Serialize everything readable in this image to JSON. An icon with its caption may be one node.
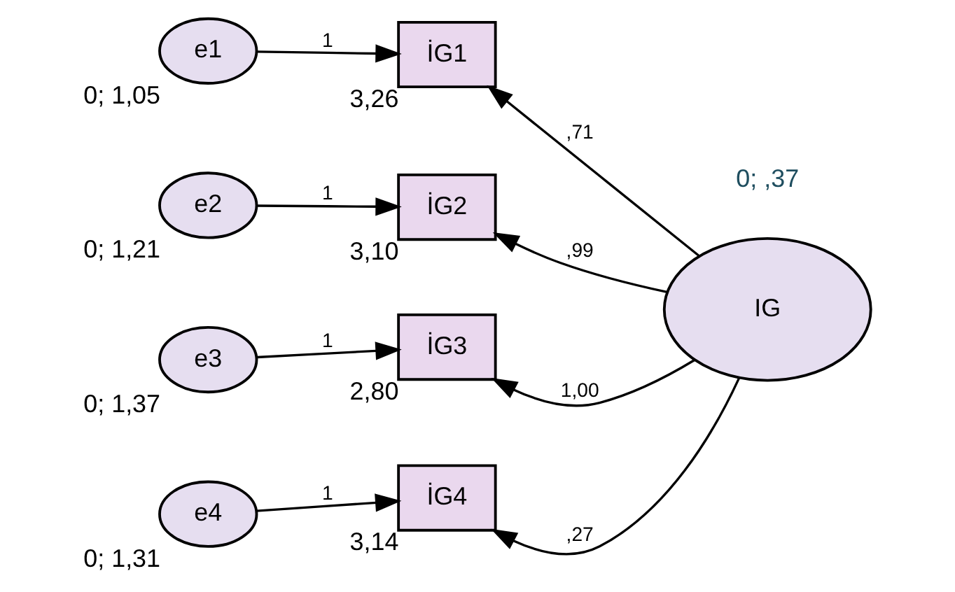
{
  "diagram": {
    "nodes": [
      {
        "text": [
          "e1"
        ],
        "beside": [
          "0; 1,05"
        ]
      },
      {
        "text": [
          "e2"
        ],
        "beside": [
          "0; 1,21"
        ]
      },
      {
        "text": [
          "e3"
        ],
        "beside": [
          "0; 1,37"
        ]
      },
      {
        "text": [
          "e4"
        ],
        "beside": [
          "0; 1,31"
        ]
      },
      {
        "text": [
          "İG1"
        ],
        "beside": [
          "3,26"
        ]
      },
      {
        "text": [
          "İG2"
        ],
        "beside": [
          "3,10"
        ]
      },
      {
        "text": [
          "İG3"
        ],
        "beside": [
          "2,80"
        ]
      },
      {
        "text": [
          "İG4"
        ],
        "beside": [
          "3,14"
        ]
      },
      {
        "text": [
          "IG"
        ],
        "beside": [
          "0; ,37"
        ]
      }
    ],
    "edges": [
      {
        "from": 0,
        "to": 4,
        "arrow": "to",
        "label": "1"
      },
      {
        "from": 1,
        "to": 5,
        "arrow": "to",
        "label": "1"
      },
      {
        "from": 2,
        "to": 6,
        "arrow": "to",
        "label": "1"
      },
      {
        "from": 3,
        "to": 7,
        "arrow": "to",
        "label": "1"
      },
      {
        "from": 8,
        "to": 4,
        "arrow": "to",
        "label": ",71"
      },
      {
        "from": 8,
        "to": 5,
        "arrow": "to",
        "label": ",99"
      },
      {
        "from": 8,
        "to": 6,
        "arrow": "to",
        "label": "1,00"
      },
      {
        "from": 8,
        "to": 7,
        "arrow": "to",
        "label": ",27"
      }
    ]
  }
}
